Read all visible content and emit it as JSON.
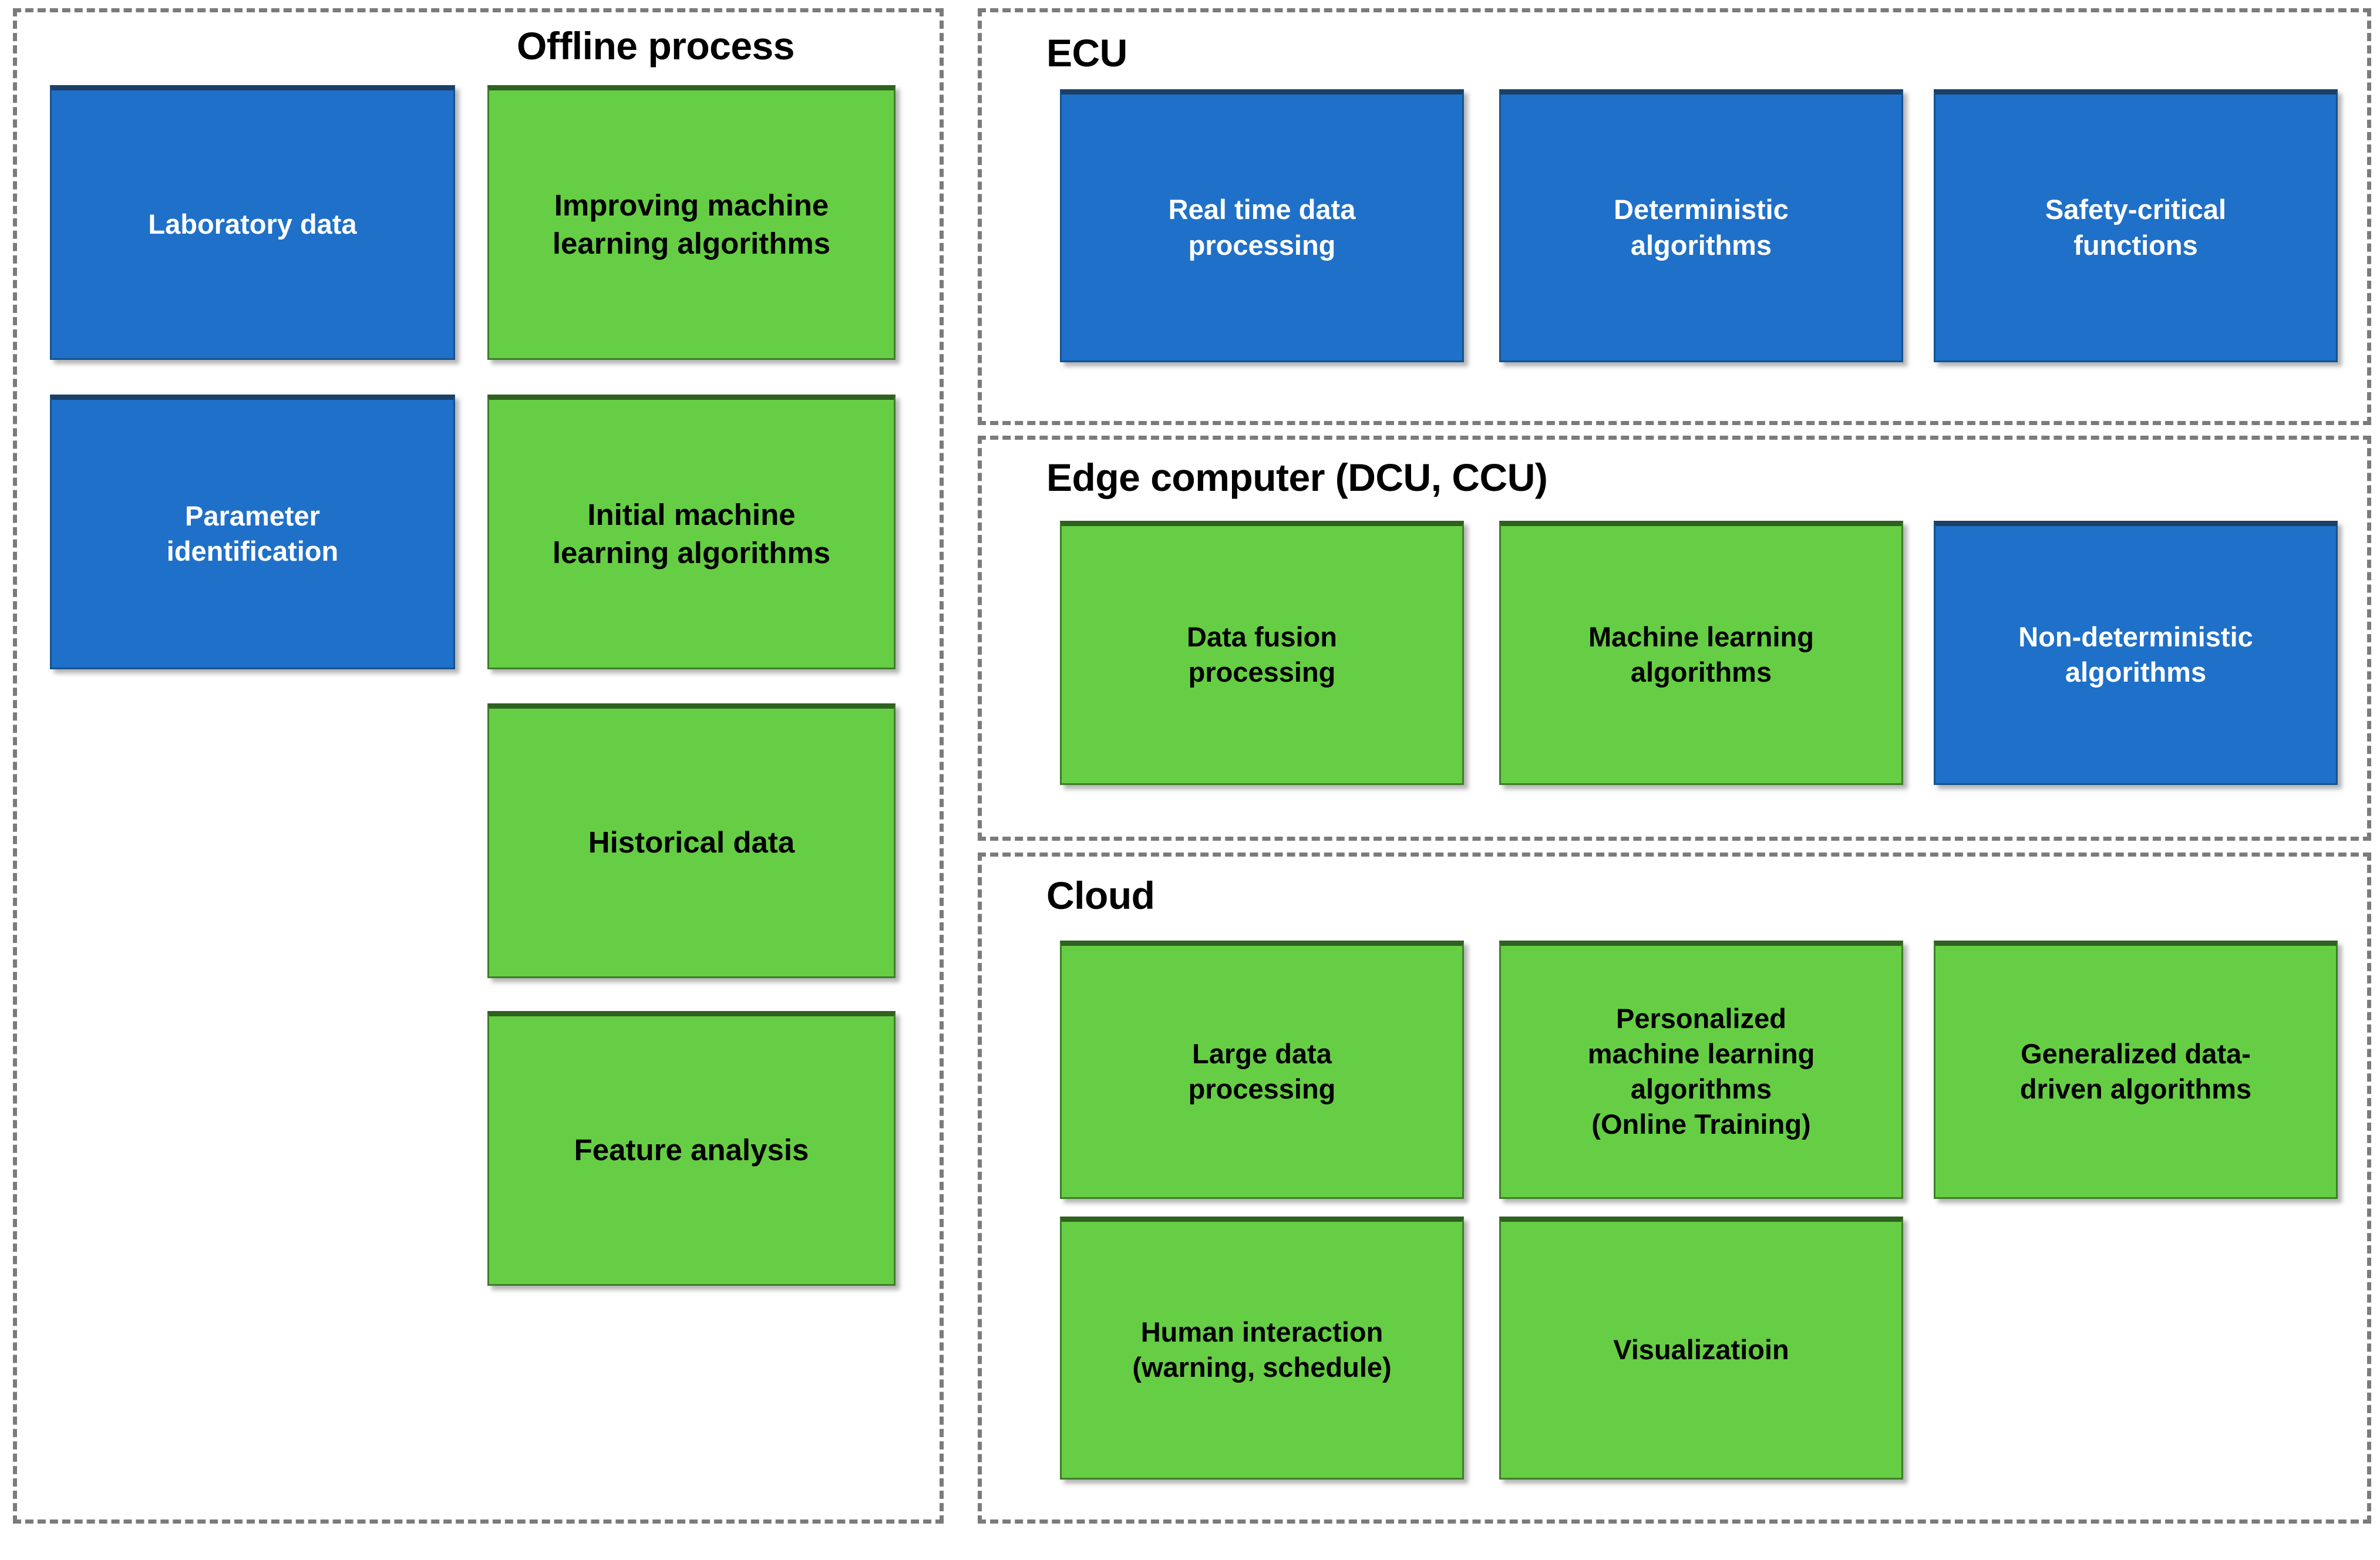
{
  "diagram": {
    "title_hidden": "",
    "colors": {
      "blue_fill": "#1f70c8",
      "green_fill": "#66ce44",
      "dashed_border": "#7b7b7b",
      "blue_text": "#ffffff",
      "green_text": "#000000"
    }
  },
  "panels": [
    {
      "id": "offline",
      "title": "Offline process",
      "boxes": [
        {
          "label": "Laboratory  data",
          "color": "blue"
        },
        {
          "label": "Parameter\nidentification",
          "color": "blue"
        },
        {
          "label": "Improving machine\nlearning algorithms",
          "color": "green"
        },
        {
          "label": "Initial machine\nlearning algorithms",
          "color": "green"
        },
        {
          "label": "Historical data",
          "color": "green"
        },
        {
          "label": "Feature analysis",
          "color": "green"
        }
      ]
    },
    {
      "id": "ecu",
      "title": "ECU",
      "boxes": [
        {
          "label": "Real time data\nprocessing",
          "color": "blue"
        },
        {
          "label": "Deterministic\nalgorithms",
          "color": "blue"
        },
        {
          "label": "Safety-critical\nfunctions",
          "color": "blue"
        }
      ]
    },
    {
      "id": "edge",
      "title": "Edge computer (DCU, CCU)",
      "boxes": [
        {
          "label": "Data fusion\nprocessing",
          "color": "green"
        },
        {
          "label": "Machine learning\nalgorithms",
          "color": "green"
        },
        {
          "label": "Non-deterministic\nalgorithms",
          "color": "blue"
        }
      ]
    },
    {
      "id": "cloud",
      "title": "Cloud",
      "boxes": [
        {
          "label": "Large data\nprocessing",
          "color": "green"
        },
        {
          "label": "Personalized\nmachine learning\nalgorithms\n(Online Training)",
          "color": "green"
        },
        {
          "label": "Generalized data-\ndriven algorithms",
          "color": "green"
        },
        {
          "label": "Human interaction\n(warning, schedule)",
          "color": "green"
        },
        {
          "label": "Visualizatioin",
          "color": "green"
        }
      ]
    }
  ],
  "offline": {
    "title": "Offline process",
    "laboratory_data": "Laboratory  data",
    "parameter_identification": "Parameter\nidentification",
    "improving_ml": "Improving machine\nlearning algorithms",
    "initial_ml": "Initial machine\nlearning algorithms",
    "historical_data": "Historical data",
    "feature_analysis": "Feature analysis"
  },
  "ecu": {
    "title": "ECU",
    "real_time_data_processing": "Real time data\nprocessing",
    "deterministic_algorithms": "Deterministic\nalgorithms",
    "safety_critical_functions": "Safety-critical\nfunctions"
  },
  "edge": {
    "title": "Edge computer (DCU, CCU)",
    "data_fusion_processing": "Data fusion\nprocessing",
    "machine_learning_algorithms": "Machine learning\nalgorithms",
    "non_deterministic_algorithms": "Non-deterministic\nalgorithms"
  },
  "cloud": {
    "title": "Cloud",
    "large_data_processing": "Large data\nprocessing",
    "personalized_ml": "Personalized\nmachine learning\nalgorithms\n(Online Training)",
    "generalized_data_driven": "Generalized data-\ndriven algorithms",
    "human_interaction": "Human interaction\n(warning, schedule)",
    "visualization": "Visualizatioin"
  }
}
